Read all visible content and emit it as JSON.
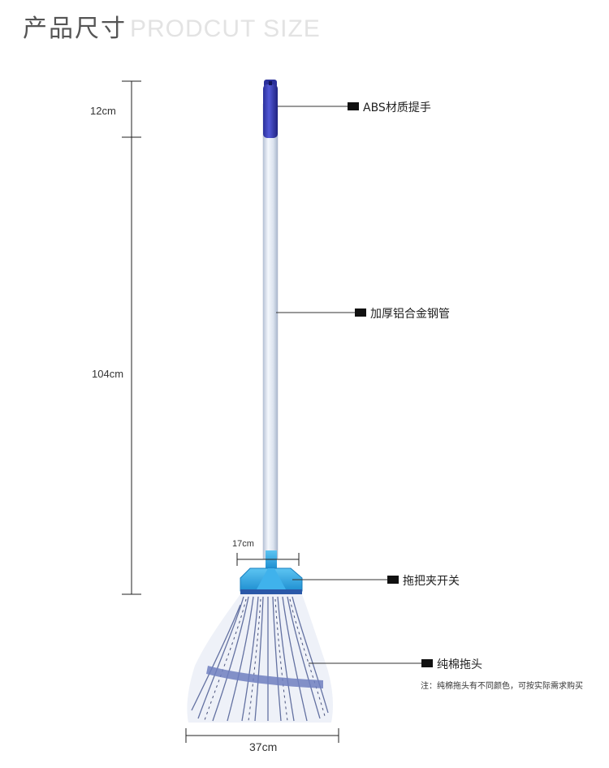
{
  "title": {
    "cn": "产品尺寸",
    "en": "PRODCUT SIZE"
  },
  "dimensions": {
    "handle_grip": "12cm",
    "pole": "104cm",
    "clamp_width": "17cm",
    "mop_width": "37cm"
  },
  "parts": {
    "grip": "ABS材质提手",
    "pole": "加厚铝合金钢管",
    "clamp": "拖把夹开关",
    "head": "纯棉拖头"
  },
  "note": "注：纯棉拖头有不同颜色，可按实际需求购买",
  "colors": {
    "grip": "#3a3fb8",
    "clamp": "#2ea8e6",
    "pole": "#dfe6f2",
    "yarn": "#5a6aa0"
  }
}
